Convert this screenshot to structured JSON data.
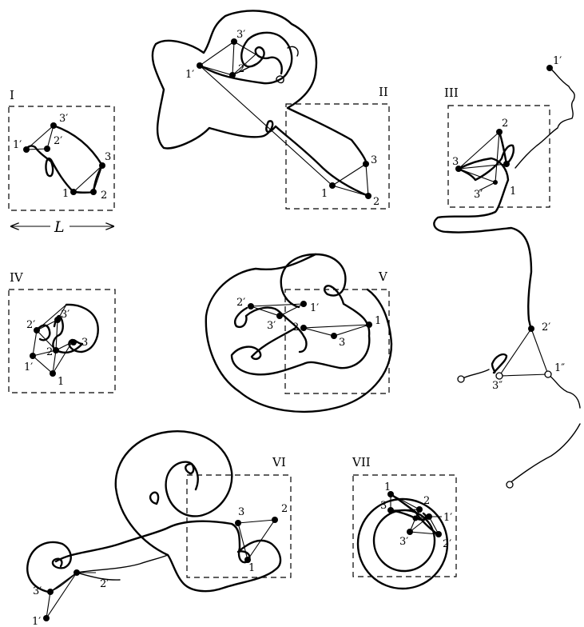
{
  "panels": {
    "I": {
      "title": "I",
      "labels": {
        "p1": "1",
        "p2": "2",
        "p3": "3",
        "p1p": "1′",
        "p2p": "2′",
        "p3p": "3′"
      }
    },
    "II": {
      "title": "II",
      "labels": {
        "p1": "1",
        "p2": "2",
        "p3": "3",
        "p1p": "1′",
        "p2p": "2′",
        "p3p": "3′"
      }
    },
    "III": {
      "title": "III",
      "labels": {
        "p1": "1",
        "p2": "2",
        "p3": "3",
        "p1p": "1′",
        "p2p": "2′",
        "p3p": "3′",
        "p1pp": "1″",
        "p3pp": "3″"
      }
    },
    "IV": {
      "title": "IV",
      "labels": {
        "p1": "1",
        "p2": "2",
        "p3": "3",
        "p1p": "1′",
        "p2p": "2′",
        "p3p": "3′"
      }
    },
    "V": {
      "title": "V",
      "labels": {
        "p1": "1",
        "p2": "2",
        "p3": "3",
        "p1p": "1′",
        "p2p": "2′",
        "p3p": "3′"
      }
    },
    "VI": {
      "title": "VI",
      "labels": {
        "p1": "1",
        "p2": "2",
        "p3": "3",
        "p1p": "1′",
        "p2p": "2′",
        "p3p": "3′"
      }
    },
    "VII": {
      "title": "VII",
      "labels": {
        "p1": "1",
        "p2": "2",
        "p3": "3",
        "p1p": "1′",
        "p2p": "2′",
        "p3p": "3′"
      }
    }
  },
  "scale_label": "L"
}
